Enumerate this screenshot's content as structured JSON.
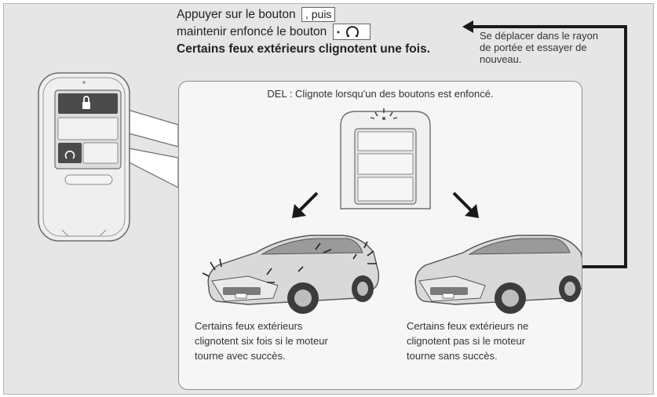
{
  "instructions": {
    "line1_text": "Appuyer sur le bouton",
    "line1_key": ", puis",
    "line2_text": "maintenir enfoncé le bouton",
    "line3_text": "Certains feux extérieurs clignotent une fois."
  },
  "retry_note": {
    "line1": "Se déplacer dans le rayon",
    "line2": "de portée et essayer de",
    "line3": "nouveau."
  },
  "panel": {
    "led_note": "DEL : Clignote lorsqu'un des boutons est enfoncé."
  },
  "outcomes": {
    "success": {
      "line1": "Certains feux extérieurs",
      "line2": "clignotent six fois si le moteur",
      "line3": "tourne avec succès."
    },
    "failure": {
      "line1": "Certains feux extérieurs ne",
      "line2": "clignotent pas si le moteur",
      "line3": "tourne sans succès."
    }
  },
  "icons": {
    "lock_button": "lock-icon",
    "remote_start_button": "remote-start-icon"
  },
  "colors": {
    "background": "#e6e6e6",
    "panel": "#f6f6f6",
    "button_dark": "#4a4a4a",
    "arrow": "#1a1a1a"
  }
}
